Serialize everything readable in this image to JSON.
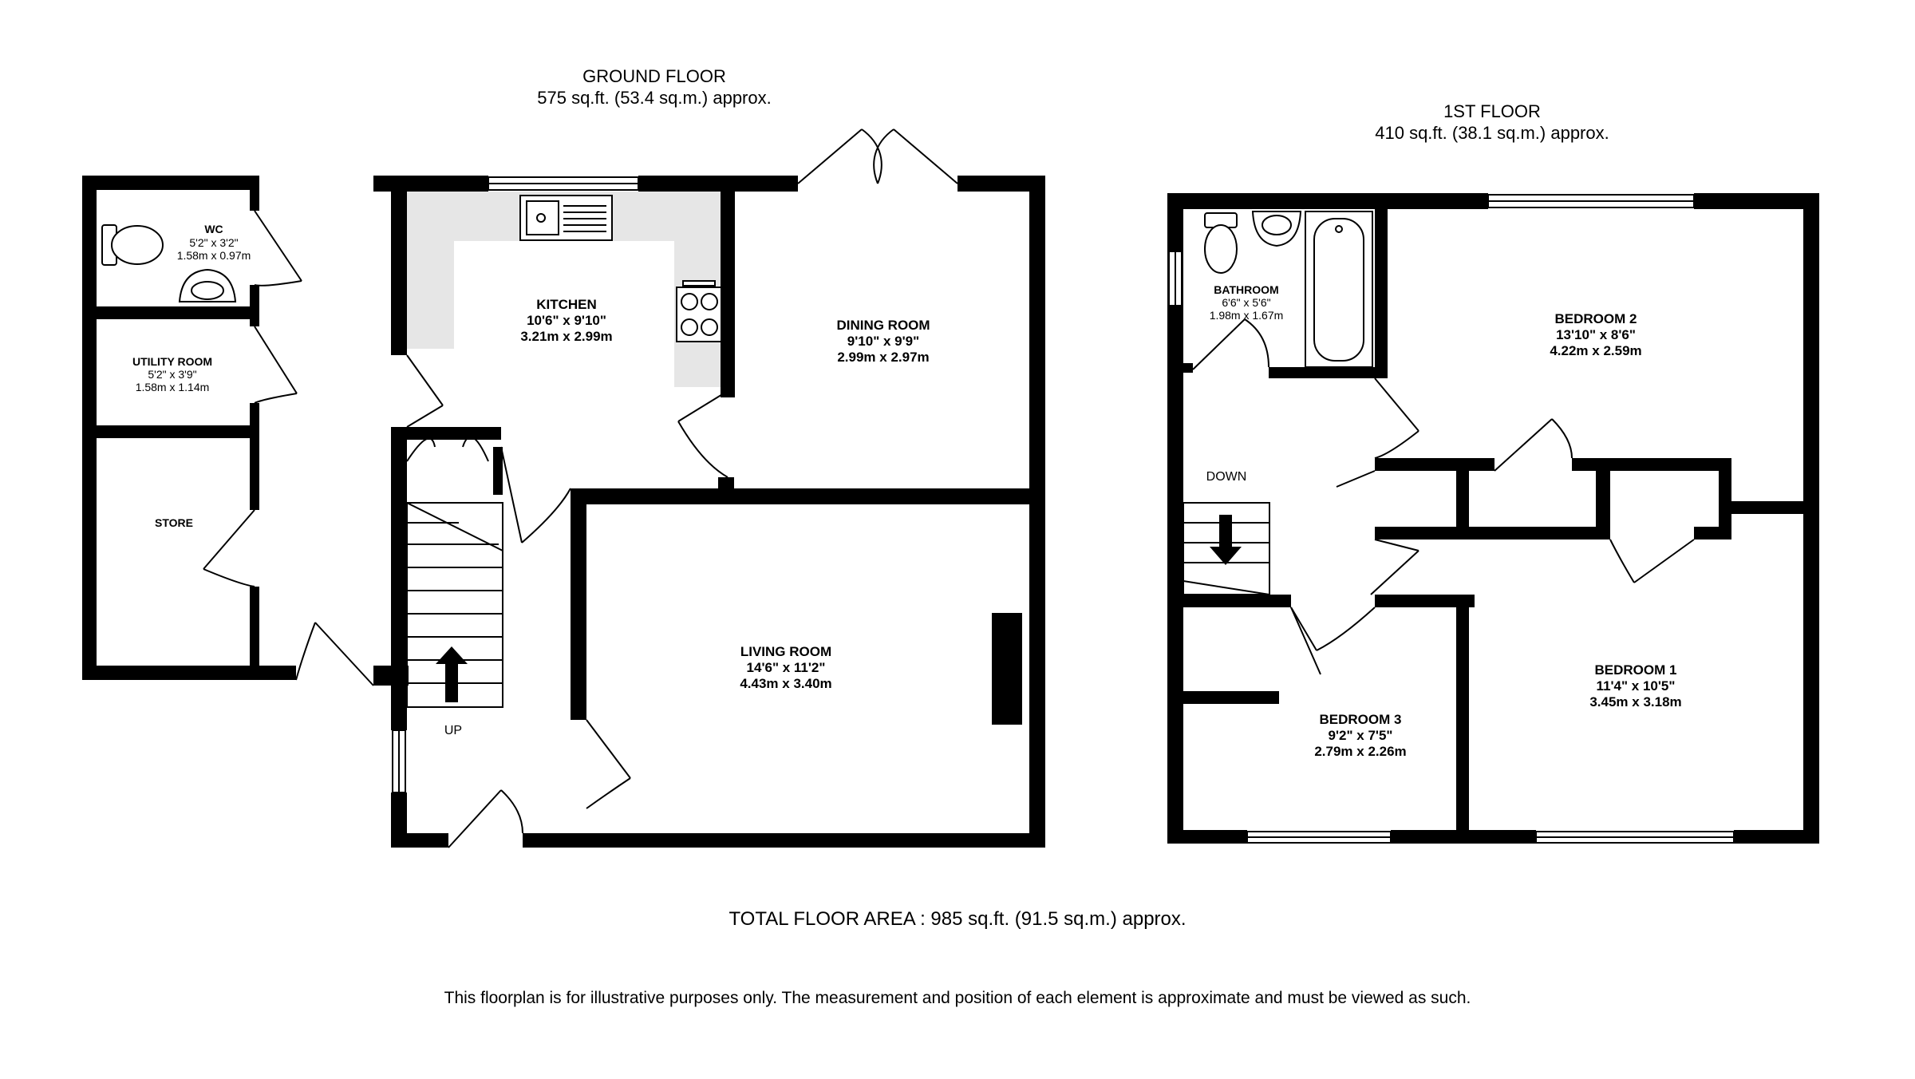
{
  "ground_floor": {
    "title": "GROUND FLOOR",
    "area": "575 sq.ft. (53.4 sq.m.) approx.",
    "rooms": {
      "kitchen": {
        "name": "KITCHEN",
        "imperial": "10'6\"  x 9'10\"",
        "metric": "3.21m  x 2.99m"
      },
      "dining": {
        "name": "DINING ROOM",
        "imperial": "9'10\"  x 9'9\"",
        "metric": "2.99m  x 2.97m"
      },
      "living": {
        "name": "LIVING ROOM",
        "imperial": "14'6\"  x 11'2\"",
        "metric": "4.43m  x 3.40m"
      },
      "wc": {
        "name": "WC",
        "imperial": "5'2\"  x 3'2\"",
        "metric": "1.58m  x 0.97m"
      },
      "utility": {
        "name": "UTILITY ROOM",
        "imperial": "5'2\"  x 3'9\"",
        "metric": "1.58m  x 1.14m"
      },
      "store": {
        "name": "STORE"
      }
    },
    "stairs_label": "UP"
  },
  "first_floor": {
    "title": "1ST FLOOR",
    "area": "410 sq.ft. (38.1 sq.m.) approx.",
    "rooms": {
      "bathroom": {
        "name": "BATHROOM",
        "imperial": "6'6\"  x 5'6\"",
        "metric": "1.98m  x 1.67m"
      },
      "bedroom2": {
        "name": "BEDROOM 2",
        "imperial": "13'10\"  x 8'6\"",
        "metric": "4.22m  x 2.59m"
      },
      "bedroom1": {
        "name": "BEDROOM 1",
        "imperial": "11'4\"  x 10'5\"",
        "metric": "3.45m  x 3.18m"
      },
      "bedroom3": {
        "name": "BEDROOM 3",
        "imperial": "9'2\"  x 7'5\"",
        "metric": "2.79m  x 2.26m"
      }
    },
    "stairs_label": "DOWN"
  },
  "total_area": "TOTAL FLOOR AREA : 985 sq.ft. (91.5 sq.m.) approx.",
  "disclaimer": "This floorplan is for illustrative purposes only. The measurement and position of each element is approximate and must be viewed as such.",
  "colors": {
    "wall": "#000000",
    "worktop": "#e6e6e6",
    "background": "#ffffff"
  }
}
